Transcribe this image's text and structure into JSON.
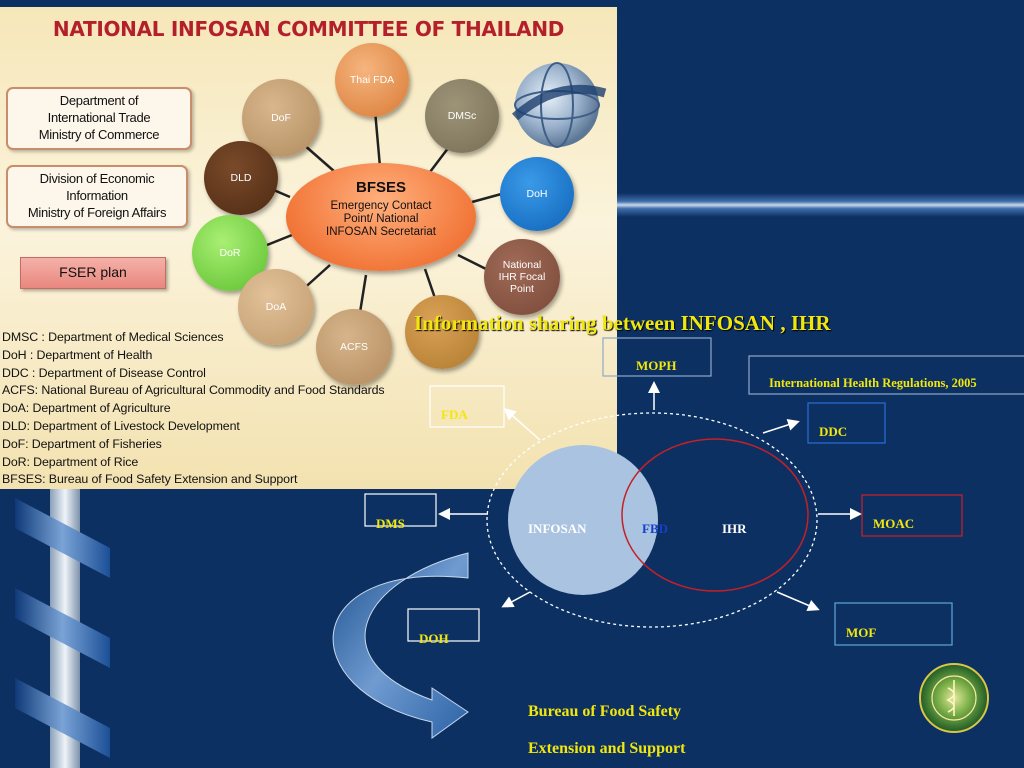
{
  "panel": {
    "title": "NATIONAL INFOSAN COMMITTEE OF THAILAND",
    "left_boxes": [
      {
        "lines": [
          "Department of",
          "International Trade",
          "Ministry of Commerce"
        ]
      },
      {
        "lines": [
          "Division of Economic",
          "Information",
          "Ministry of Foreign Affairs"
        ]
      }
    ],
    "fser_plan": "FSER plan",
    "hub": {
      "title": "BFSES",
      "lines": [
        "Emergency Contact",
        "Point/ National",
        "INFOSAN Secretariat"
      ]
    },
    "nodes": {
      "thai_fda": "Thai FDA",
      "dof": "DoF",
      "dmsc": "DMSc",
      "dld": "DLD",
      "doh": "DoH",
      "dor": "DoR",
      "doa": "DoA",
      "acfs": "ACFS",
      "ihr_focal": [
        "National",
        "IHR Focal",
        "Point"
      ]
    },
    "abbreviations": [
      "DMSC : Department of Medical Sciences",
      "DoH : Department of Health",
      "DDC : Department of Disease Control",
      "ACFS: National Bureau of Agricultural Commodity and Food Standards",
      "DoA: Department of Agriculture",
      "DLD: Department of Livestock Development",
      "DoF: Department of Fisheries",
      "DoR: Department of Rice",
      "BFSES: Bureau of Food Safety Extension and Support"
    ]
  },
  "diagram": {
    "title": "Information sharing between INFOSAN , IHR",
    "ihr_regulations": "International Health Regulations, 2005",
    "boxes": {
      "moph": "MOPH",
      "fda": "FDA",
      "ddc": "DDC",
      "dms": "DMS",
      "moac": "MOAC",
      "doh": "DOH",
      "mof": "MOF"
    },
    "circles": {
      "infosan": "INFOSAN",
      "fbd": "FBD",
      "ihr": "IHR"
    },
    "bureau_line1": "Bureau of Food Safety",
    "bureau_line2": "Extension and Support"
  },
  "colors": {
    "background": "#0d3063",
    "title_yellow": "#f2e70c",
    "panel_title_red": "#b3202c",
    "infosan_circle": "#a9c3e0",
    "ihr_circle_stroke": "#c42026"
  }
}
